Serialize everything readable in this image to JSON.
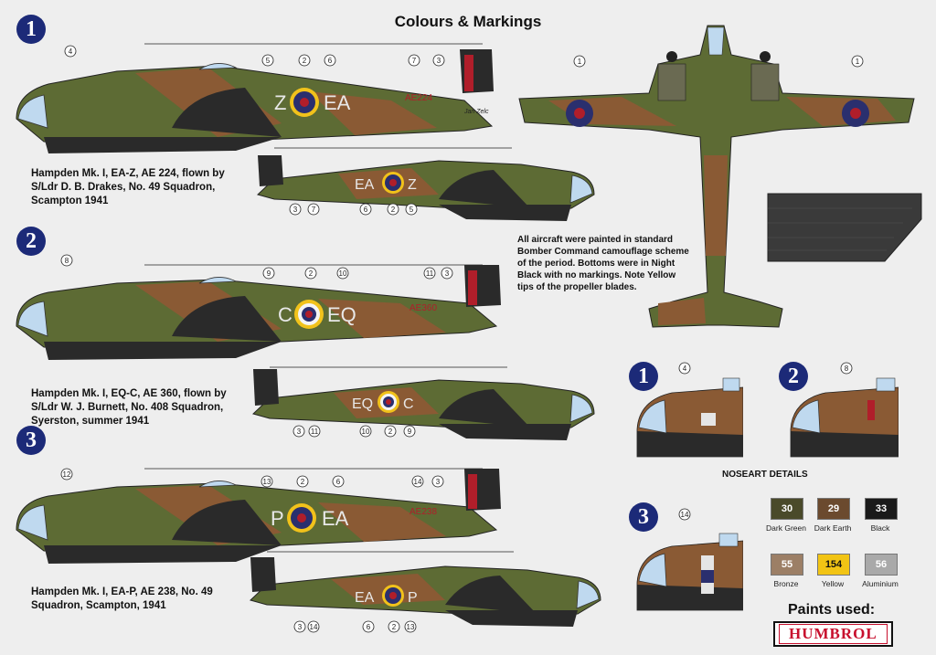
{
  "title": "Colours & Markings",
  "schemes": [
    {
      "number": "1",
      "caption": [
        "Hampden Mk. I, EA-Z, AE 224, flown by",
        "S/Ldr D. B. Drakes, No. 49 Squadron,",
        "Scampton 1941"
      ],
      "code_left": "Z",
      "code_right": "EA",
      "small_code_left": "EA",
      "small_code_right": "Z",
      "serial": "AE224",
      "signature": "Jan Zelc",
      "callouts_top": [
        "4",
        "5",
        "2",
        "6",
        "7",
        "3"
      ],
      "callouts_bottom": [
        "3",
        "7",
        "6",
        "2",
        "5"
      ]
    },
    {
      "number": "2",
      "caption": [
        "Hampden Mk. I, EQ-C, AE 360, flown by",
        "S/Ldr W. J. Burnett, No. 408 Squadron,",
        "Syerston, summer 1941"
      ],
      "code_left": "C",
      "code_right": "EQ",
      "small_code_left": "EQ",
      "small_code_right": "C",
      "serial": "AE360",
      "callouts_top": [
        "8",
        "9",
        "2",
        "10",
        "11",
        "3"
      ],
      "callouts_bottom": [
        "3",
        "11",
        "10",
        "2",
        "9"
      ]
    },
    {
      "number": "3",
      "caption": [
        "Hampden Mk. I, EA-P, AE 238, No. 49",
        "Squadron, Scampton, 1941"
      ],
      "code_left": "P",
      "code_right": "EA",
      "small_code_left": "EA",
      "small_code_right": "P",
      "serial": "AE238",
      "callouts_top": [
        "12",
        "13",
        "2",
        "6",
        "14",
        "3"
      ],
      "callouts_bottom": [
        "3",
        "14",
        "6",
        "2",
        "13"
      ]
    }
  ],
  "plan_callouts": [
    "1",
    "1"
  ],
  "note": [
    "All aircraft were painted in standard",
    "Bomber Command camouflage scheme",
    "of the period. Bottoms were in Night",
    "Black with no markings. Note Yellow",
    "tips of the propeller blades."
  ],
  "noseart": {
    "title": "NOSEART DETAILS",
    "panels": [
      {
        "number": "1",
        "callout": "4"
      },
      {
        "number": "2",
        "callout": "8"
      },
      {
        "number": "3",
        "callout": "14"
      }
    ]
  },
  "paints": {
    "heading": "Paints used:",
    "brand": "HUMBROL",
    "swatches": [
      {
        "code": "30",
        "label": "Dark Green",
        "color": "#4a4a2a"
      },
      {
        "code": "29",
        "label": "Dark Earth",
        "color": "#6b4a2e"
      },
      {
        "code": "33",
        "label": "Black",
        "color": "#1a1a1a"
      },
      {
        "code": "55",
        "label": "Bronze",
        "color": "#9c7f66"
      },
      {
        "code": "154",
        "label": "Yellow",
        "color": "#f2c414"
      },
      {
        "code": "56",
        "label": "Aluminium",
        "color": "#a9a9a9"
      }
    ]
  },
  "colors": {
    "green": "#5d6b34",
    "earth": "#8a5a34",
    "black": "#2a2a2a",
    "glass": "#bfd9ef",
    "roundel_blue": "#2a2f6e",
    "roundel_red": "#b01e2a",
    "yellow": "#f1c21b"
  }
}
